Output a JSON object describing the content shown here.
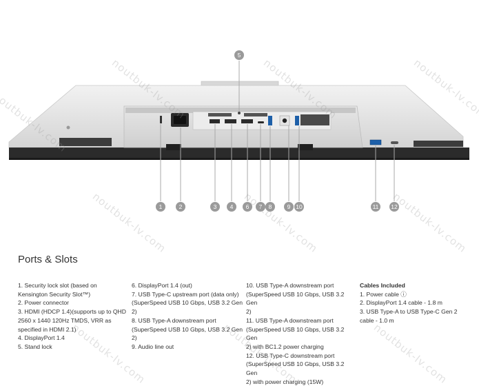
{
  "watermark": "noutbuk-lv.com",
  "callouts": [
    "1",
    "2",
    "3",
    "4",
    "5",
    "6",
    "7",
    "8",
    "9",
    "10",
    "11",
    "12"
  ],
  "section_title": "Ports & Slots",
  "columns": [
    {
      "heading": "",
      "lines": [
        "1. Security lock slot (based on",
        "Kensington Security Slot™)",
        "2. Power connector",
        "3. HDMI (HDCP 1.4)(supports up to QHD",
        "2560 x 1440 120Hz TMDS, VRR as",
        "specified in HDMI 2.1)",
        "4. DisplayPort 1.4",
        "5. Stand lock"
      ]
    },
    {
      "heading": "",
      "lines": [
        "6. DisplayPort 1.4 (out)",
        "7. USB Type-C upstream port (data only)",
        "(SuperSpeed USB 10 Gbps, USB 3.2 Gen",
        "2)",
        "8. USB Type-A downstream port",
        "(SuperSpeed USB 10 Gbps, USB 3.2 Gen",
        "2)",
        "9. Audio line out"
      ]
    },
    {
      "heading": "",
      "lines": [
        "10. USB Type-A downstream port",
        "(SuperSpeed USB 10 Gbps, USB 3.2 Gen",
        "2)",
        "11. USB Type-A downstream port",
        "(SuperSpeed USB 10 Gbps, USB 3.2 Gen",
        "2) with BC1.2 power charging",
        "12. USB Type-C downstream port",
        "(SuperSpeed USB 10 Gbps, USB 3.2 Gen",
        "2) with power charging (15W)"
      ]
    },
    {
      "heading": "Cables Included",
      "lines": [
        "1. Power cable ⓘ",
        "2. DisplayPort 1.4 cable - 1.8 m",
        "3. USB Type-A to USB Type-C Gen 2",
        "cable - 1.0 m"
      ]
    }
  ],
  "colors": {
    "callout": "#9a9a9a",
    "leader": "#a8a8a8",
    "bezel": "#2b2b2b",
    "body": "#dedede"
  }
}
